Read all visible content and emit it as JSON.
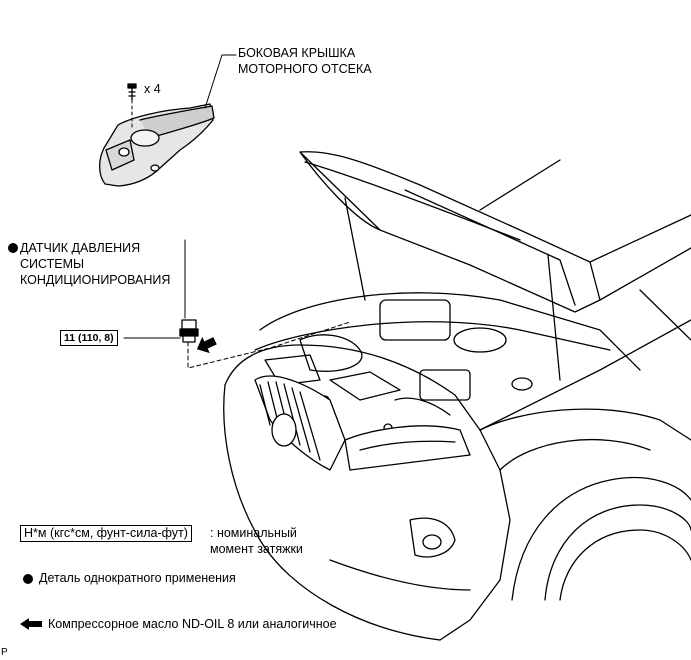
{
  "labels": {
    "cover_line1": "БОКОВАЯ КРЫШКА",
    "cover_line2": "МОТОРНОГО ОТСЕКА",
    "bolt_count": "x 4",
    "sensor_line1": "ДАТЧИК ДАВЛЕНИЯ",
    "sensor_line2": "СИСТЕМЫ",
    "sensor_line3": "КОНДИЦИОНИРОВАНИЯ",
    "torque_value": "11 (110, 8)"
  },
  "legend": {
    "torque_unit": "Н*м (кгс*см, фунт-сила-фут)",
    "torque_desc_line1": ": номинальный",
    "torque_desc_line2": "момент затяжки",
    "single_use": "Деталь однократного применения",
    "compressor_oil": "Компрессорное масло ND-OIL 8 или аналогичное"
  },
  "corner_mark": "P"
}
